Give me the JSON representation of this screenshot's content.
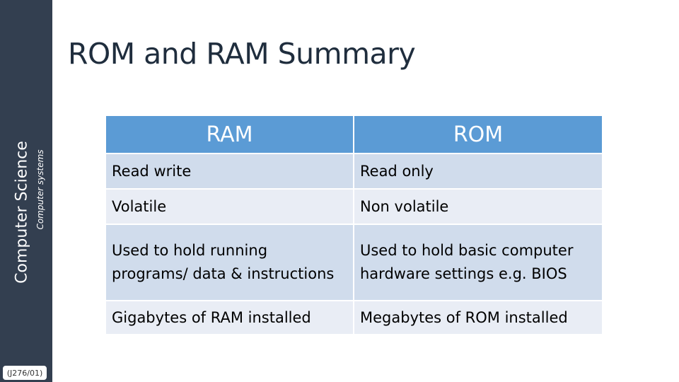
{
  "sidebar": {
    "subject": "Computer Science",
    "topic": "Computer systems",
    "code": "(J276/01)"
  },
  "slide": {
    "title": "ROM and RAM Summary"
  },
  "table": {
    "headers": [
      "RAM",
      "ROM"
    ],
    "rows": [
      [
        "Read write",
        "Read only"
      ],
      [
        "Volatile",
        "Non volatile"
      ],
      [
        "Used to hold running programs/ data & instructions",
        "Used to hold basic computer hardware settings e.g. BIOS"
      ],
      [
        "Gigabytes of RAM installed",
        "Megabytes of ROM installed"
      ]
    ]
  },
  "colors": {
    "sidebar": "#333f50",
    "header": "#5b9bd5",
    "row_dark": "#d0dcec",
    "row_light": "#e9edf5"
  }
}
